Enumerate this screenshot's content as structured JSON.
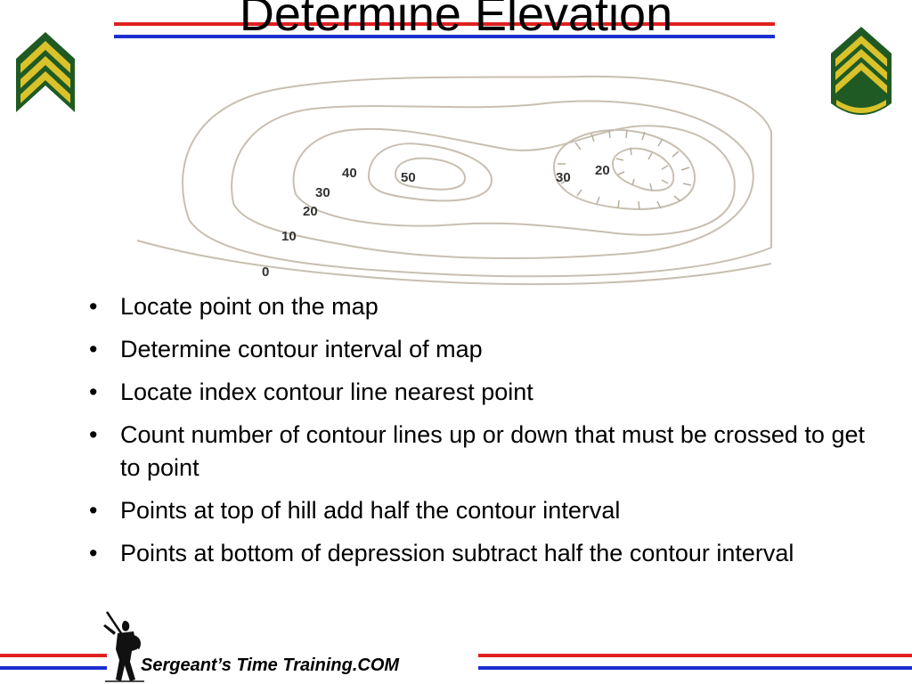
{
  "slide": {
    "title": "Determine Elevation",
    "bullets": [
      "Locate point on the map",
      "Determine contour interval of map",
      "Locate index contour line nearest point",
      "Count number of contour lines up or down that must be crossed to get to point",
      "Points at top of hill add half the contour interval",
      "Points at bottom of depression subtract half the contour interval"
    ],
    "footer_text": "Sergeant’s Time Training.COM"
  },
  "map_labels": {
    "l40": "40",
    "l50": "50",
    "l30a": "30",
    "l20a": "20",
    "l10": "10",
    "l0": "0",
    "l30b": "30",
    "l20b": "20"
  },
  "icons": {
    "left_insignia": "sergeant-chevron-icon",
    "right_insignia": "staff-sergeant-chevron-icon",
    "logo": "soldier-silhouette-icon"
  },
  "colors": {
    "stripe_red": "#e02020",
    "stripe_blue": "#1a2fd0",
    "insignia_green": "#1f5a24",
    "insignia_gold": "#d9c22a",
    "contour_line": "#c8bfb2"
  }
}
